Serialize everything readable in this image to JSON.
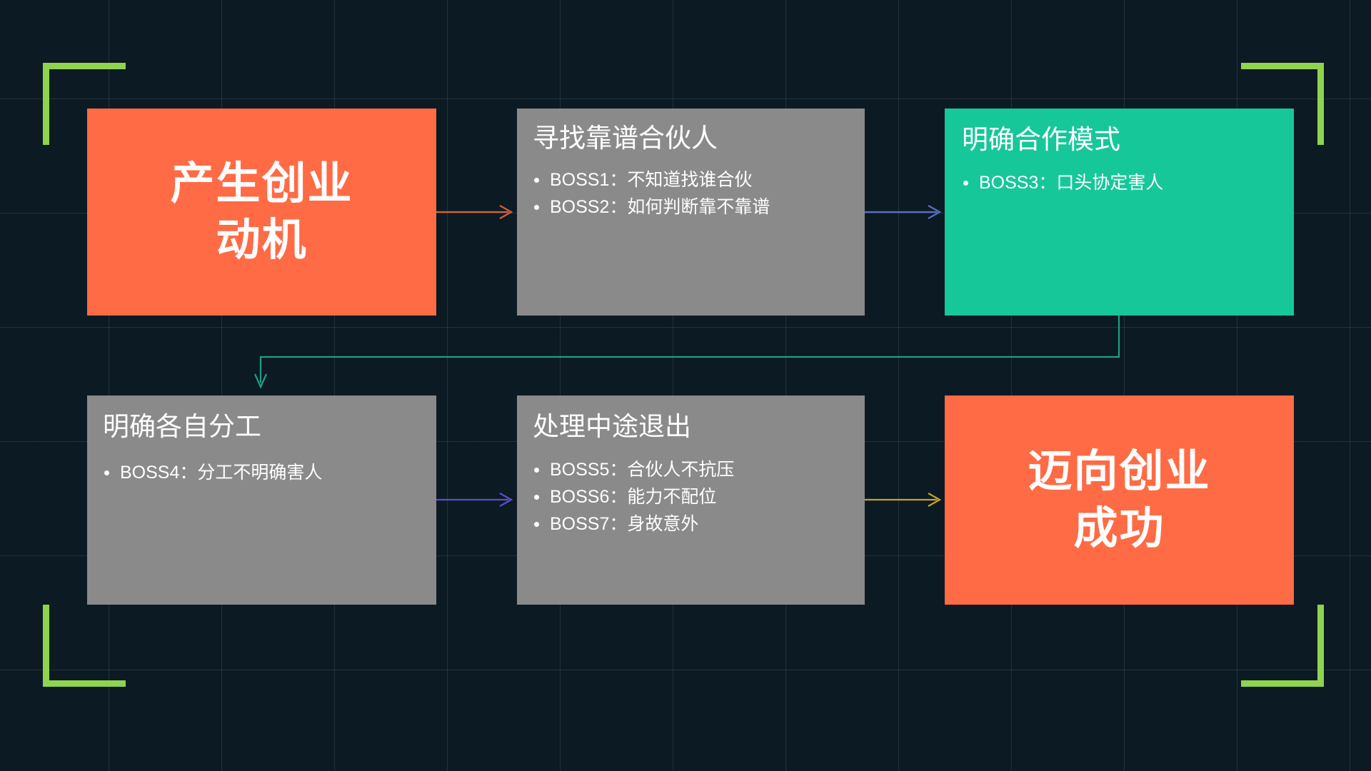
{
  "slide": {
    "background_color": "#0c1a24",
    "grid_line_color": "#96aab4",
    "bracket_color": "#8ed44f"
  },
  "boxes": [
    {
      "id": "box-1",
      "kind": "hero",
      "title": "产生创业\n动机",
      "bullets": [],
      "color": "#ff6b45",
      "text_color": "#ffffff"
    },
    {
      "id": "box-2",
      "kind": "list",
      "title": "寻找靠谱合伙人",
      "bullets": [
        "BOSS1：不知道找谁合伙",
        "BOSS2：如何判断靠不靠谱"
      ],
      "color": "#8a8a8a",
      "text_color": "#ffffff"
    },
    {
      "id": "box-3",
      "kind": "list",
      "title": "明确合作模式",
      "bullets": [
        "BOSS3：口头协定害人"
      ],
      "color": "#16c79a",
      "text_color": "#ffffff"
    },
    {
      "id": "box-4",
      "kind": "list",
      "title": "明确各自分工",
      "bullets": [
        "BOSS4：分工不明确害人"
      ],
      "color": "#8a8a8a",
      "text_color": "#ffffff"
    },
    {
      "id": "box-5",
      "kind": "list",
      "title": "处理中途退出",
      "bullets": [
        "BOSS5：合伙人不抗压",
        "BOSS6：能力不配位",
        "BOSS7：身故意外"
      ],
      "color": "#8a8a8a",
      "text_color": "#ffffff"
    },
    {
      "id": "box-6",
      "kind": "hero",
      "title": "迈向创业\n成功",
      "bullets": [],
      "color": "#ff6b45",
      "text_color": "#ffffff"
    }
  ],
  "connectors": [
    {
      "id": "arrow-1-to-2",
      "from": "box-1",
      "to": "box-2",
      "color": "#d4603a",
      "shape": "straight"
    },
    {
      "id": "arrow-2-to-3",
      "from": "box-2",
      "to": "box-3",
      "color": "#5a6fc0",
      "shape": "straight"
    },
    {
      "id": "arrow-3-to-4",
      "from": "box-3",
      "to": "box-4",
      "color": "#1f9e86",
      "shape": "elbow-down"
    },
    {
      "id": "arrow-4-to-5",
      "from": "box-4",
      "to": "box-5",
      "color": "#5a50c8",
      "shape": "straight"
    },
    {
      "id": "arrow-5-to-6",
      "from": "box-5",
      "to": "box-6",
      "color": "#c9a227",
      "shape": "straight"
    }
  ],
  "brackets": [
    {
      "id": "bracket-top-left",
      "position": "top-left"
    },
    {
      "id": "bracket-top-right",
      "position": "top-right"
    },
    {
      "id": "bracket-bottom-left",
      "position": "bottom-left"
    },
    {
      "id": "bracket-bottom-right",
      "position": "bottom-right"
    }
  ]
}
